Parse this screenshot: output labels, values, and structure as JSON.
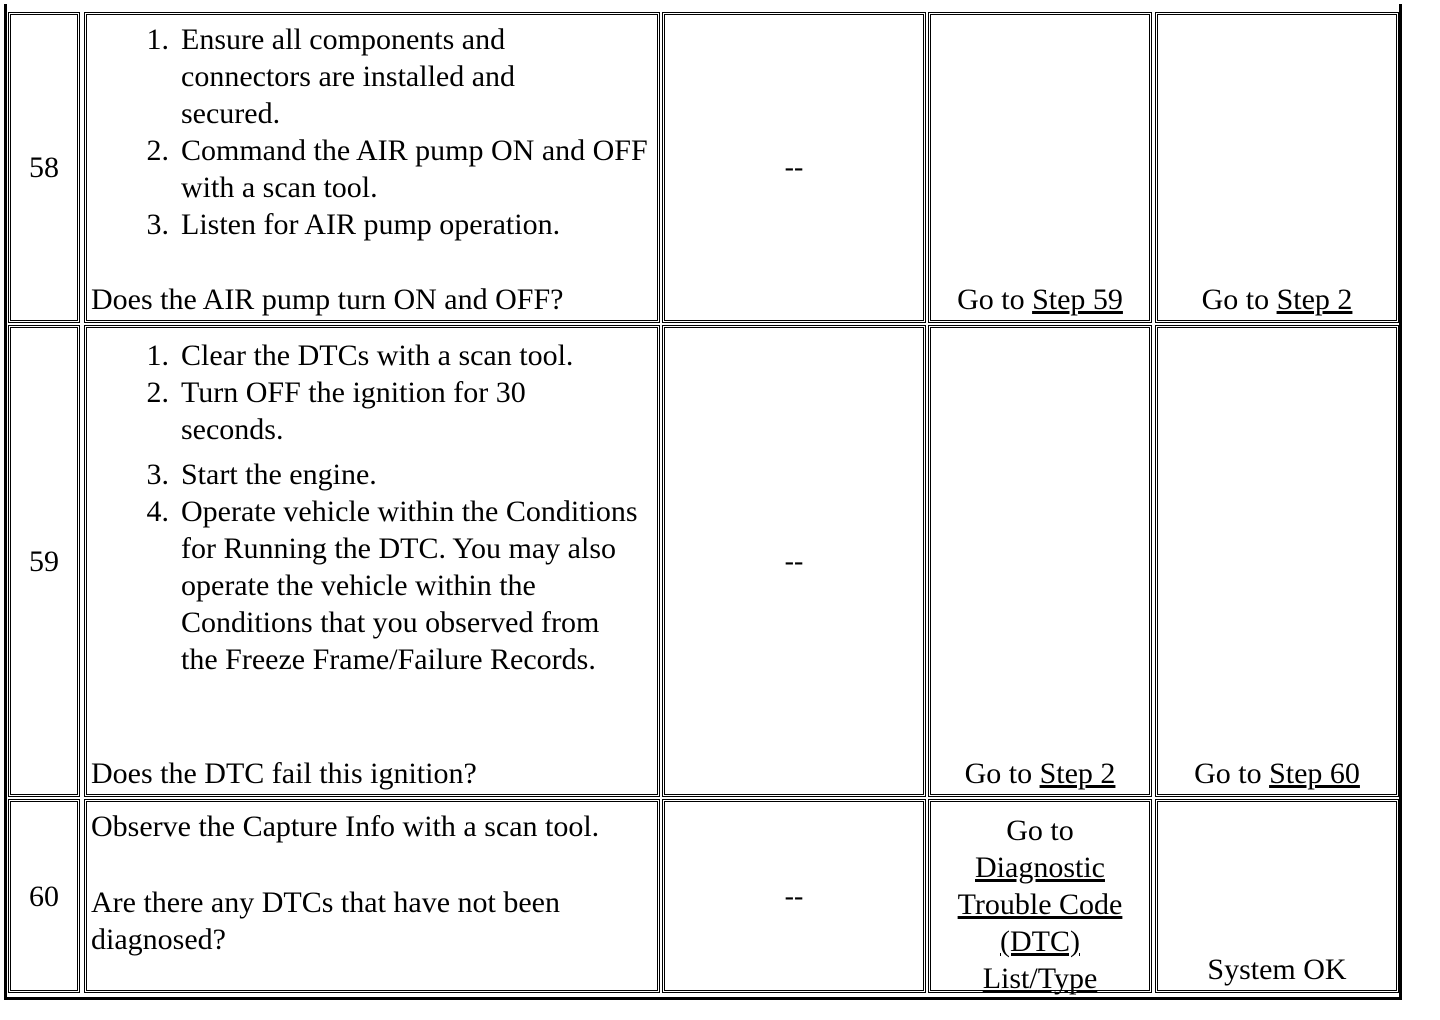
{
  "rows": [
    {
      "step": "58",
      "items": [
        {
          "num": "1.",
          "text": "Ensure all components and connectors are installed and secured."
        },
        {
          "num": "2.",
          "text": "Command the AIR pump ON and OFF with a scan tool."
        },
        {
          "num": "3.",
          "text": "Listen for AIR pump operation."
        }
      ],
      "question": "Does the AIR pump turn ON and OFF?",
      "value": "--",
      "yes_prefix": "Go to ",
      "yes_link": "Step 59",
      "no_prefix": "Go to ",
      "no_link": "Step 2"
    },
    {
      "step": "59",
      "items": [
        {
          "num": "1.",
          "text": "Clear the DTCs with a scan tool."
        },
        {
          "num": "2.",
          "text": "Turn OFF the ignition for 30 seconds."
        },
        {
          "num": "3.",
          "text": "Start the engine."
        },
        {
          "num": "4.",
          "text": "Operate vehicle within the Conditions for Running the DTC. You may also operate the vehicle within the Conditions that you observed from the Freeze Frame/Failure Records."
        }
      ],
      "question": "Does the DTC fail this ignition?",
      "value": "--",
      "yes_prefix": "Go to ",
      "yes_link": "Step 2",
      "no_prefix": "Go to ",
      "no_link": "Step 60"
    },
    {
      "step": "60",
      "action_line1": "Observe the Capture Info with a scan tool.",
      "question": "Are there any DTCs that have not been diagnosed?",
      "value": "--",
      "yes_prefix": "Go to",
      "yes_link": "Diagnostic Trouble Code (DTC) List/Type",
      "no_text": "System OK"
    }
  ]
}
